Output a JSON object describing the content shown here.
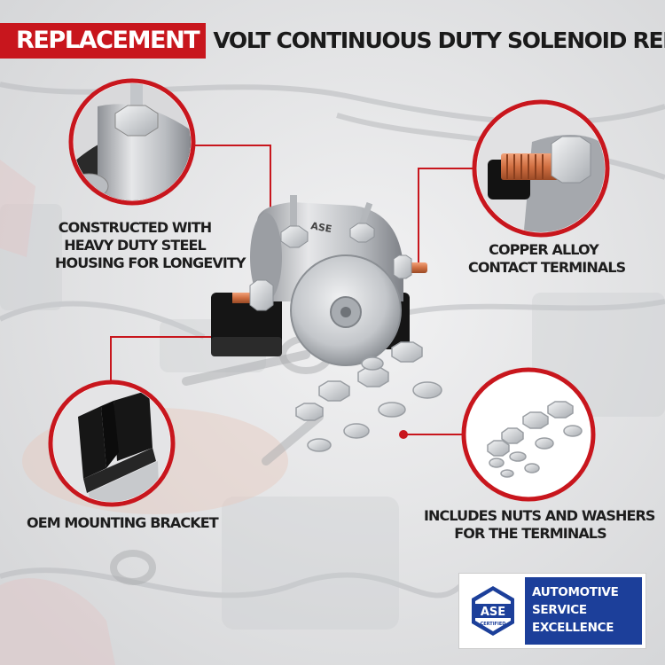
{
  "header": {
    "highlight": "REPLACEMENT",
    "rest": "VOLT CONTINUOUS DUTY SOLENOID RELAY"
  },
  "features": [
    {
      "line1": "CONSTRUCTED WITH",
      "line2": "HEAVY DUTY STEEL",
      "line3": "HOUSING FOR LONGEVITY",
      "icon": "steel-housing"
    },
    {
      "line1": "COPPER ALLOY",
      "line2": "CONTACT TERMINALS",
      "icon": "copper-terminal"
    },
    {
      "line1": "OEM MOUNTING BRACKET",
      "icon": "mounting-bracket"
    },
    {
      "line1": "INCLUDES NUTS AND WASHERS",
      "line2": "FOR THE TERMINALS",
      "icon": "nuts-washers"
    }
  ],
  "badge": {
    "mark": "ASE",
    "mark_sub": "CERTIFIED",
    "line1": "AUTOMOTIVE",
    "line2": "SERVICE",
    "line3": "EXCELLENCE"
  },
  "product_label": "ASE",
  "colors": {
    "accent_red": "#c8161d",
    "ase_blue": "#1c3f9a",
    "text_dark": "#1d1d1d"
  }
}
